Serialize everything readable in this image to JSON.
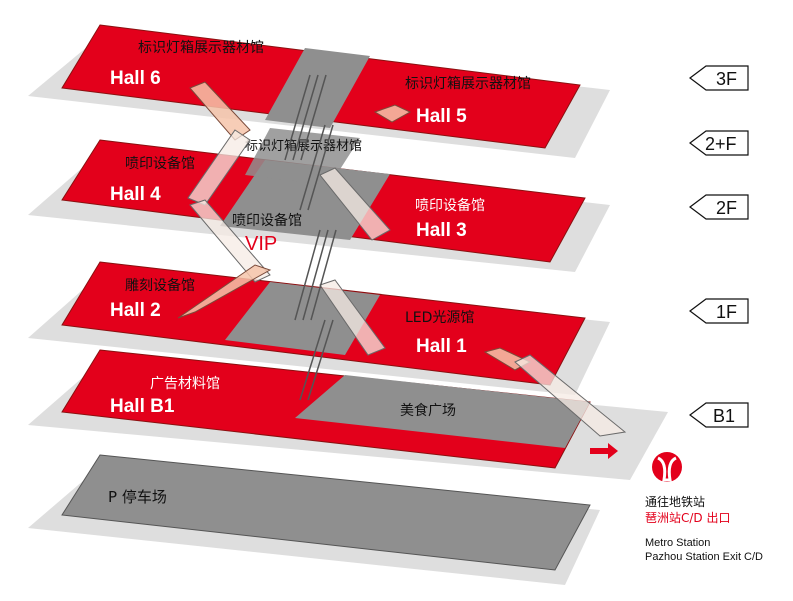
{
  "colors": {
    "hall": "#e3001b",
    "gray": "#9a9a9a",
    "shadow": "#d8d8d8",
    "edge": "#8a1010"
  },
  "floors": [
    {
      "level": "3F",
      "halls": [
        {
          "name": "Hall 6",
          "desc": "标识灯箱展示器材馆"
        },
        {
          "name": "Hall 5",
          "desc": "标识灯箱展示器材馆"
        }
      ]
    },
    {
      "level": "2+F",
      "desc": "标识灯箱展示器材馆"
    },
    {
      "level": "2F",
      "halls": [
        {
          "name": "Hall 4",
          "desc": "喷印设备馆"
        },
        {
          "name": "Hall 3",
          "desc": "喷印设备馆"
        }
      ],
      "vip": {
        "desc": "喷印设备馆",
        "label": "VIP"
      }
    },
    {
      "level": "1F",
      "halls": [
        {
          "name": "Hall 2",
          "desc": "雕刻设备馆"
        },
        {
          "name": "Hall 1",
          "desc": "LED光源馆"
        }
      ]
    },
    {
      "level": "B1",
      "halls": [
        {
          "name": "Hall B1",
          "desc": "广告材料馆"
        }
      ],
      "food": "美食广场"
    },
    {
      "level": "P",
      "desc": "P 停车场"
    }
  ],
  "metro": {
    "icon": "metro-logo-icon",
    "line1": "通往地铁站",
    "line2": "琶洲站C/D 出口",
    "line3": "Metro Station",
    "line4": "Pazhou Station Exit C/D"
  }
}
